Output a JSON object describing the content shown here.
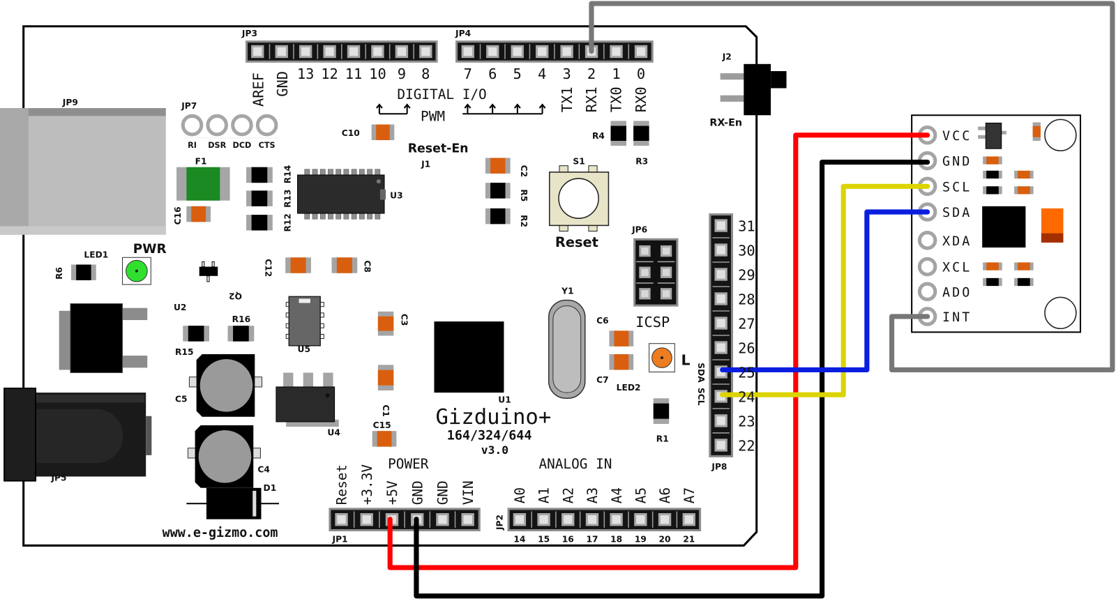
{
  "board": {
    "name": "Gizduino+",
    "model": "164/324/644",
    "version": "v3.0",
    "website": "www.e-gizmo.com"
  },
  "headers": {
    "jp3": {
      "label": "JP3",
      "pins": [
        "AREF",
        "GND",
        "13",
        "12",
        "11",
        "10",
        "9",
        "8"
      ]
    },
    "jp4": {
      "label": "JP4",
      "pins": [
        "7",
        "6",
        "5",
        "4",
        "3",
        "2",
        "1",
        "0"
      ],
      "alt": [
        "TX1",
        "RX1",
        "TX0",
        "RX0"
      ]
    },
    "jp8": {
      "label": "JP8",
      "pins": [
        "31",
        "30",
        "29",
        "28",
        "27",
        "26",
        "25",
        "24",
        "23",
        "22"
      ],
      "alt": [
        "SDA",
        "SCL"
      ]
    },
    "jp1": {
      "label": "JP1",
      "pins": [
        "Reset",
        "+3.3V",
        "+5V",
        "GND",
        "GND",
        "VIN"
      ]
    },
    "jp2": {
      "label": "JP2",
      "pins": [
        "A0",
        "A1",
        "A2",
        "A3",
        "A4",
        "A5",
        "A6",
        "A7"
      ],
      "numbers": [
        "14",
        "15",
        "16",
        "17",
        "18",
        "19",
        "20",
        "21"
      ]
    },
    "jp6": {
      "label": "JP6",
      "name": "ICSP"
    },
    "jp7": {
      "label": "JP7",
      "pins": [
        "RI",
        "DSR",
        "DCD",
        "CTS"
      ]
    }
  },
  "sections": {
    "digital": "DIGITAL I/O",
    "pwm": "PWM",
    "power": "POWER",
    "analog": "ANALOG IN",
    "reset_en": "Reset-En",
    "rx_en": "RX-En",
    "reset": "Reset",
    "pwr": "PWR",
    "led_l": "L"
  },
  "components": {
    "jp9": "JP9",
    "jp5": "JP5",
    "j1": "J1",
    "j2": "J2",
    "s1": "S1",
    "f1": "F1",
    "c16": "C16",
    "c10": "C10",
    "c2": "C2",
    "c12": "C12",
    "c8": "C8",
    "c3": "C3",
    "c1": "C1",
    "c15": "C15",
    "c6": "C6",
    "c7": "C7",
    "c5": "C5",
    "c4": "C4",
    "r14": "R14",
    "r13": "R13",
    "r12": "R12",
    "r5": "R5",
    "r2": "R2",
    "r4": "R4",
    "r3": "R3",
    "r6": "R6",
    "r15": "R15",
    "r16": "R16",
    "r1": "R1",
    "u1": "U1",
    "u2": "U2",
    "u3": "U3",
    "u4": "U4",
    "u5": "U5",
    "q2": "Q2",
    "y1": "Y1",
    "d1": "D1",
    "led1": "LED1",
    "led2": "LED2"
  },
  "sensor": {
    "pins": [
      "VCC",
      "GND",
      "SCL",
      "SDA",
      "XDA",
      "XCL",
      "ADO",
      "INT"
    ]
  },
  "wires": [
    {
      "from": "JP1 +5V",
      "to": "VCC",
      "color": "#ff0000"
    },
    {
      "from": "JP1 GND",
      "to": "GND",
      "color": "#000000"
    },
    {
      "from": "JP8 24 (SCL)",
      "to": "SCL",
      "color": "#dcd400"
    },
    {
      "from": "JP8 25 (SDA)",
      "to": "SDA",
      "color": "#0a1ee0"
    },
    {
      "from": "JP4 2 (RX1)",
      "to": "INT",
      "color": "#777777"
    }
  ]
}
